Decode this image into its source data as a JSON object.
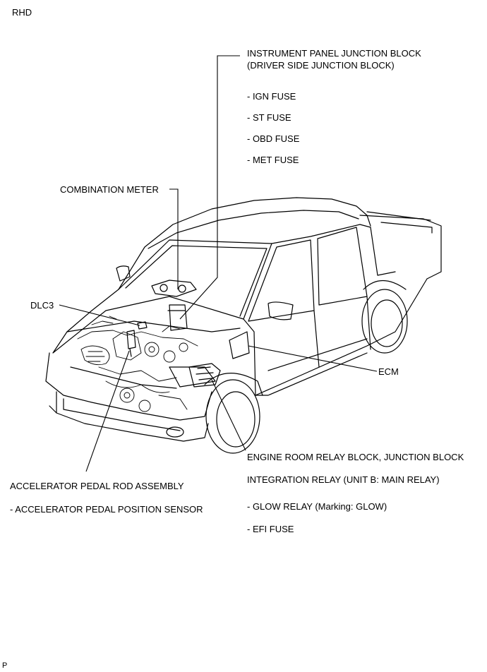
{
  "variant": "RHD",
  "footer_code": "P",
  "labels": {
    "ip_junction_line1": "INSTRUMENT PANEL JUNCTION BLOCK",
    "ip_junction_line2": "(DRIVER SIDE JUNCTION BLOCK)",
    "ip_fuses": [
      "- IGN FUSE",
      "- ST FUSE",
      "- OBD FUSE",
      "- MET FUSE"
    ],
    "combination_meter": "COMBINATION METER",
    "dlc3": "DLC3",
    "ecm": "ECM",
    "engine_room_block": "ENGINE ROOM RELAY BLOCK, JUNCTION BLOCK",
    "integration_relay": "INTEGRATION RELAY (UNIT B: MAIN RELAY)",
    "engine_room_items": [
      "- GLOW RELAY (Marking: GLOW)",
      "- EFI FUSE"
    ],
    "accel_pedal_assy": "ACCELERATOR PEDAL ROD ASSEMBLY",
    "accel_pedal_items": [
      "- ACCELERATOR PEDAL POSITION SENSOR"
    ]
  }
}
